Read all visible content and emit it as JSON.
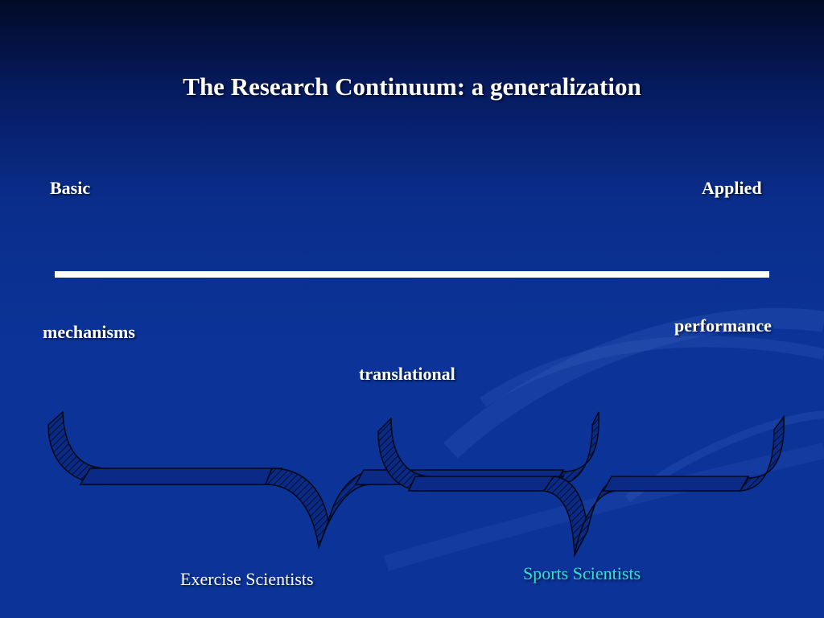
{
  "slide": {
    "title": "The Research Continuum: a generalization"
  },
  "continuum": {
    "left_label": "Basic",
    "right_label": "Applied"
  },
  "stages": {
    "left": "mechanisms",
    "middle": "translational",
    "right": "performance"
  },
  "groups": {
    "exercise": "Exercise Scientists",
    "sports": "Sports Scientists"
  },
  "colors": {
    "background": "#0b3398",
    "text": "#ffffff",
    "sports_text": "#33e0d0",
    "brace_fill": "#0a2a86",
    "brace_stroke": "#000814"
  }
}
